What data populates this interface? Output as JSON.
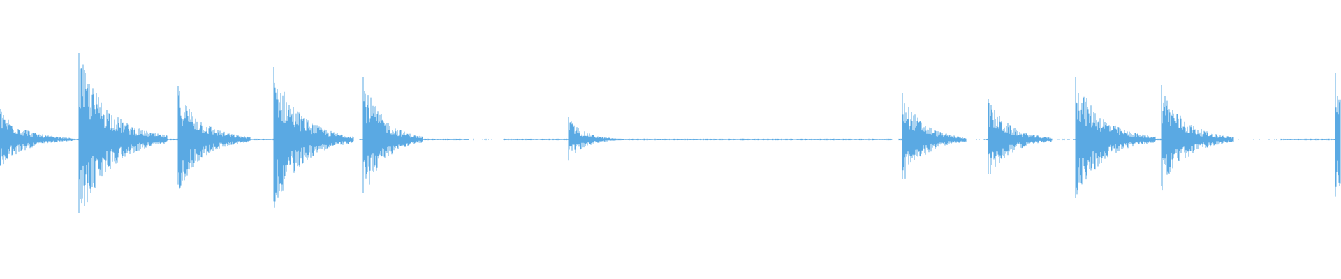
{
  "waveform": {
    "color": "#5aa9e3",
    "background": "#ffffff",
    "note": "",
    "transients": [
      {
        "t": 0.0,
        "peak": 0.22,
        "decay": 0.018
      },
      {
        "t": 0.059,
        "peak": 0.62,
        "decay": 0.022
      },
      {
        "t": 0.133,
        "peak": 0.38,
        "decay": 0.018
      },
      {
        "t": 0.204,
        "peak": 0.52,
        "decay": 0.02
      },
      {
        "t": 0.271,
        "peak": 0.45,
        "decay": 0.015
      },
      {
        "t": 0.424,
        "peak": 0.16,
        "decay": 0.012
      },
      {
        "t": 0.673,
        "peak": 0.33,
        "decay": 0.016
      },
      {
        "t": 0.737,
        "peak": 0.29,
        "decay": 0.016
      },
      {
        "t": 0.802,
        "peak": 0.45,
        "decay": 0.02
      },
      {
        "t": 0.866,
        "peak": 0.39,
        "decay": 0.018
      },
      {
        "t": 0.996,
        "peak": 0.48,
        "decay": 0.01
      }
    ],
    "noise_floor": 0.006,
    "gaps": [
      {
        "from": 0.027,
        "to": 0.05
      },
      {
        "from": 0.26,
        "to": 0.268
      },
      {
        "from": 0.35,
        "to": 0.375
      },
      {
        "from": 0.665,
        "to": 0.67
      },
      {
        "from": 0.713,
        "to": 0.735
      },
      {
        "from": 0.775,
        "to": 0.8
      },
      {
        "from": 0.91,
        "to": 0.955
      }
    ]
  }
}
